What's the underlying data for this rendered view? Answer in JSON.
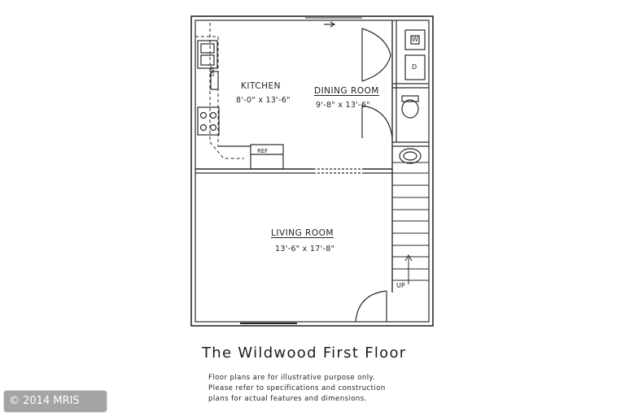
{
  "rooms": {
    "kitchen": {
      "name": "KITCHEN",
      "dimensions": "8'-0\" x 13'-6\""
    },
    "dining": {
      "name": "DINING ROOM",
      "dimensions": "9'-8\" x 13'-6\""
    },
    "living": {
      "name": "LIVING ROOM",
      "dimensions": "13'-6\" x 17'-8\""
    }
  },
  "fixtures": {
    "washer": "W",
    "dryer": "D",
    "dishwasher": "DW",
    "refrigerator": "REF",
    "stairs": "UP"
  },
  "title": "The Wildwood First Floor",
  "disclaimer": {
    "line1": "Floor plans are for illustrative purpose only.",
    "line2": "Please refer to specifications and construction",
    "line3": "plans for actual features and dimensions."
  },
  "watermark": "© 2014 MRIS"
}
